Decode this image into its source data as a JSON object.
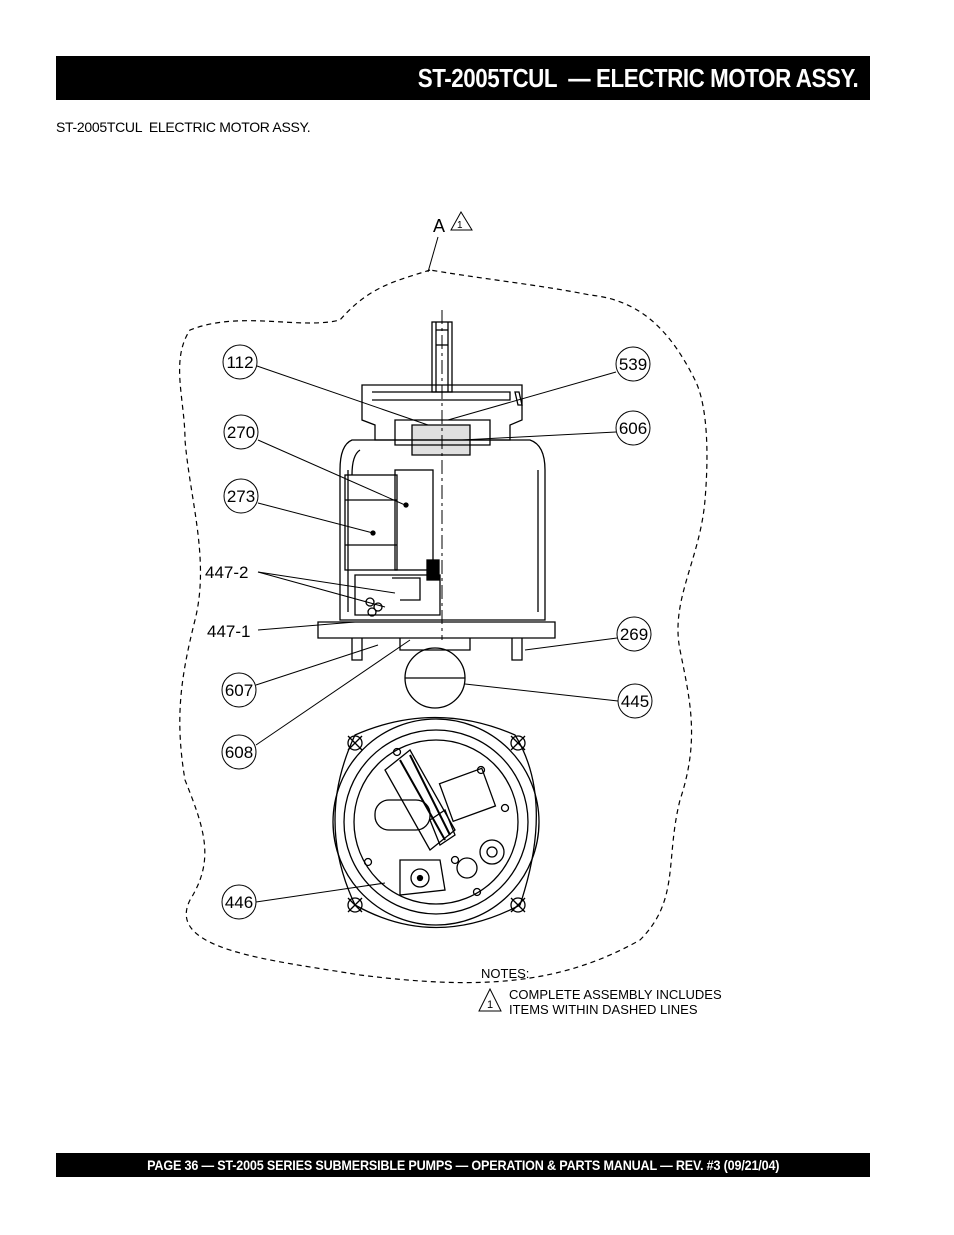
{
  "header": {
    "title": "ST-2005TCUL  — ELECTRIC MOTOR ASSY.",
    "subtitle": "ST-2005TCUL  ELECTRIC MOTOR ASSY."
  },
  "diagram": {
    "assembly_label": "A",
    "assembly_flag": "1",
    "callouts": {
      "c112": "112",
      "c270": "270",
      "c273": "273",
      "c447_2": "447-2",
      "c447_1": "447-1",
      "c607": "607",
      "c608": "608",
      "c446": "446",
      "c539": "539",
      "c606": "606",
      "c269": "269",
      "c445": "445"
    }
  },
  "notes": {
    "heading": "NOTES:",
    "flag": "1",
    "line1": "COMPLETE ASSEMBLY INCLUDES",
    "line2": "ITEMS WITHIN DASHED LINES"
  },
  "footer": {
    "text": "PAGE 36 — ST-2005 SERIES SUBMERSIBLE PUMPS — OPERATION & PARTS MANUAL — REV. #3 (09/21/04)"
  }
}
